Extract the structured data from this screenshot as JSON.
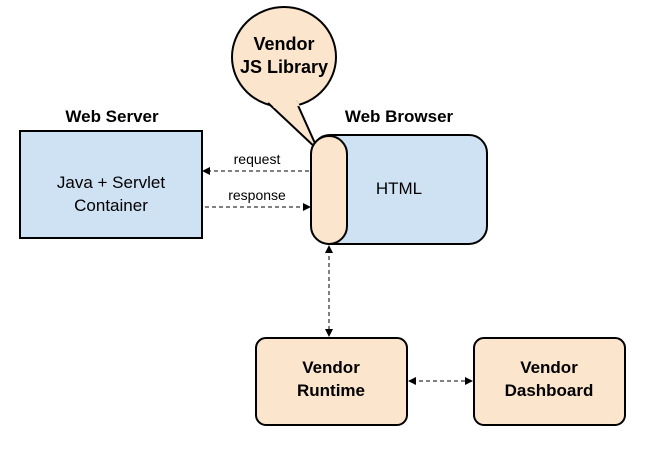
{
  "diagram": {
    "callout": {
      "line1": "Vendor",
      "line2": "JS Library"
    },
    "web_server": {
      "title": "Web Server",
      "line1": "Java + Servlet",
      "line2": "Container"
    },
    "web_browser": {
      "title": "Web Browser",
      "body": "HTML"
    },
    "request_label": "request",
    "response_label": "response",
    "vendor_runtime": {
      "line1": "Vendor",
      "line2": "Runtime"
    },
    "vendor_dashboard": {
      "line1": "Vendor",
      "line2": "Dashboard"
    }
  },
  "colors": {
    "blue_fill": "#cfe2f3",
    "peach_fill": "#fce5cd",
    "stroke": "#000000"
  }
}
